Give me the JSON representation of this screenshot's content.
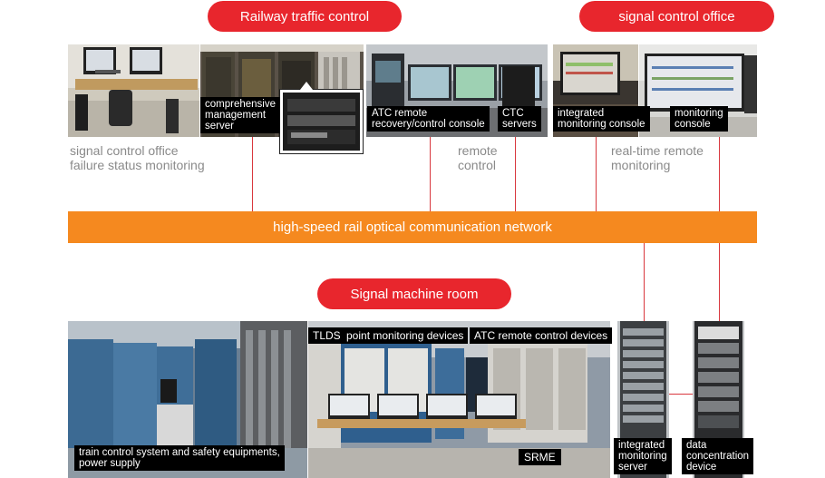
{
  "headers": {
    "railway_traffic_control": "Railway traffic control",
    "signal_control_office": "signal control office",
    "signal_machine_room": "Signal machine room"
  },
  "top_labels": {
    "comprehensive_server": [
      "comprehensive",
      "management",
      "server"
    ],
    "atc_remote": [
      "ATC remote",
      "recovery/control console"
    ],
    "ctc_servers": [
      "CTC",
      "servers"
    ],
    "integrated_console": [
      "integrated",
      "monitoring console"
    ],
    "monitoring_console": [
      "monitoring",
      "console"
    ]
  },
  "captions": {
    "signal_office_failure": [
      "signal control office",
      "failure status monitoring"
    ],
    "remote_control": [
      "remote",
      "control"
    ],
    "realtime_monitoring": [
      "real-time remote",
      "monitoring"
    ]
  },
  "network_band": "high-speed rail optical communication network",
  "room_labels": {
    "tlds": "TLDS",
    "point_monitoring": "point monitoring devices",
    "atc_remote_control": "ATC remote control devices",
    "train_control": [
      "train control system and safety equipments,",
      "power supply"
    ],
    "srme": "SRME",
    "integrated_server": [
      "integrated",
      "monitoring",
      "server"
    ],
    "data_concentration": [
      "data",
      "concentration",
      "device"
    ]
  },
  "colors": {
    "pill": "#e8262d",
    "band": "#f5891f",
    "line": "#d9383e",
    "caption": "#8a8a8a"
  }
}
